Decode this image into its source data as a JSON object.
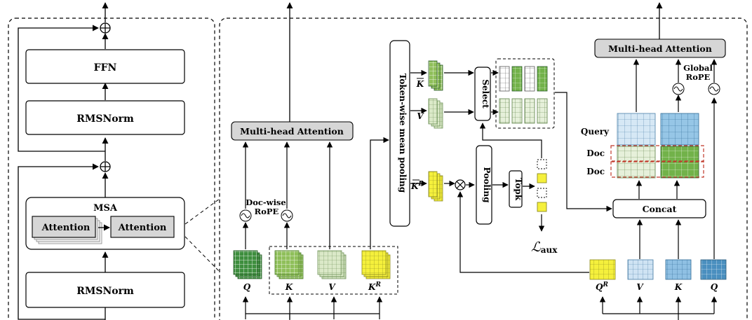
{
  "left_block": {
    "ffn": "FFN",
    "rmsnorm_top": "RMSNorm",
    "msa": "MSA",
    "attention_left": "Attention",
    "attention_right": "Attention",
    "rmsnorm_bottom": "RMSNorm"
  },
  "middle_block": {
    "mha": "Multi-head Attention",
    "rope_line1": "Doc-wise",
    "rope_line2": "RoPE",
    "q": "Q",
    "k": "K",
    "v": "V",
    "kr": "K",
    "kr_sup": "R"
  },
  "selection_block": {
    "pooling_bar": "Token-wise mean pooling",
    "k_bar": "K",
    "v_bar": "V",
    "kr_bar": "K",
    "kr_bar_sup": "R",
    "select": "Select",
    "pooling": "Pooling",
    "topk": "Topk",
    "loss": "ℒ",
    "loss_sub": "aux"
  },
  "right_block": {
    "mha": "Multi-head Attention",
    "global_rope_line1": "Global",
    "global_rope_line2": "RoPE",
    "query": "Query",
    "doc1": "Doc",
    "doc2": "Doc",
    "concat": "Concat",
    "qr": "Q",
    "qr_sup": "R",
    "v": "V",
    "k": "K",
    "q": "Q"
  },
  "colors": {
    "dark_green": "#3e8e3e",
    "mid_green": "#8fbf5a",
    "light_green": "#dbe9c8",
    "yellow": "#f5f03c",
    "light_blue": "#cfe3f3",
    "mid_blue": "#8fc0e3",
    "dark_blue": "#4a8fbf",
    "gray_box": "#d0d0d0",
    "red_dash": "#c0392b"
  }
}
